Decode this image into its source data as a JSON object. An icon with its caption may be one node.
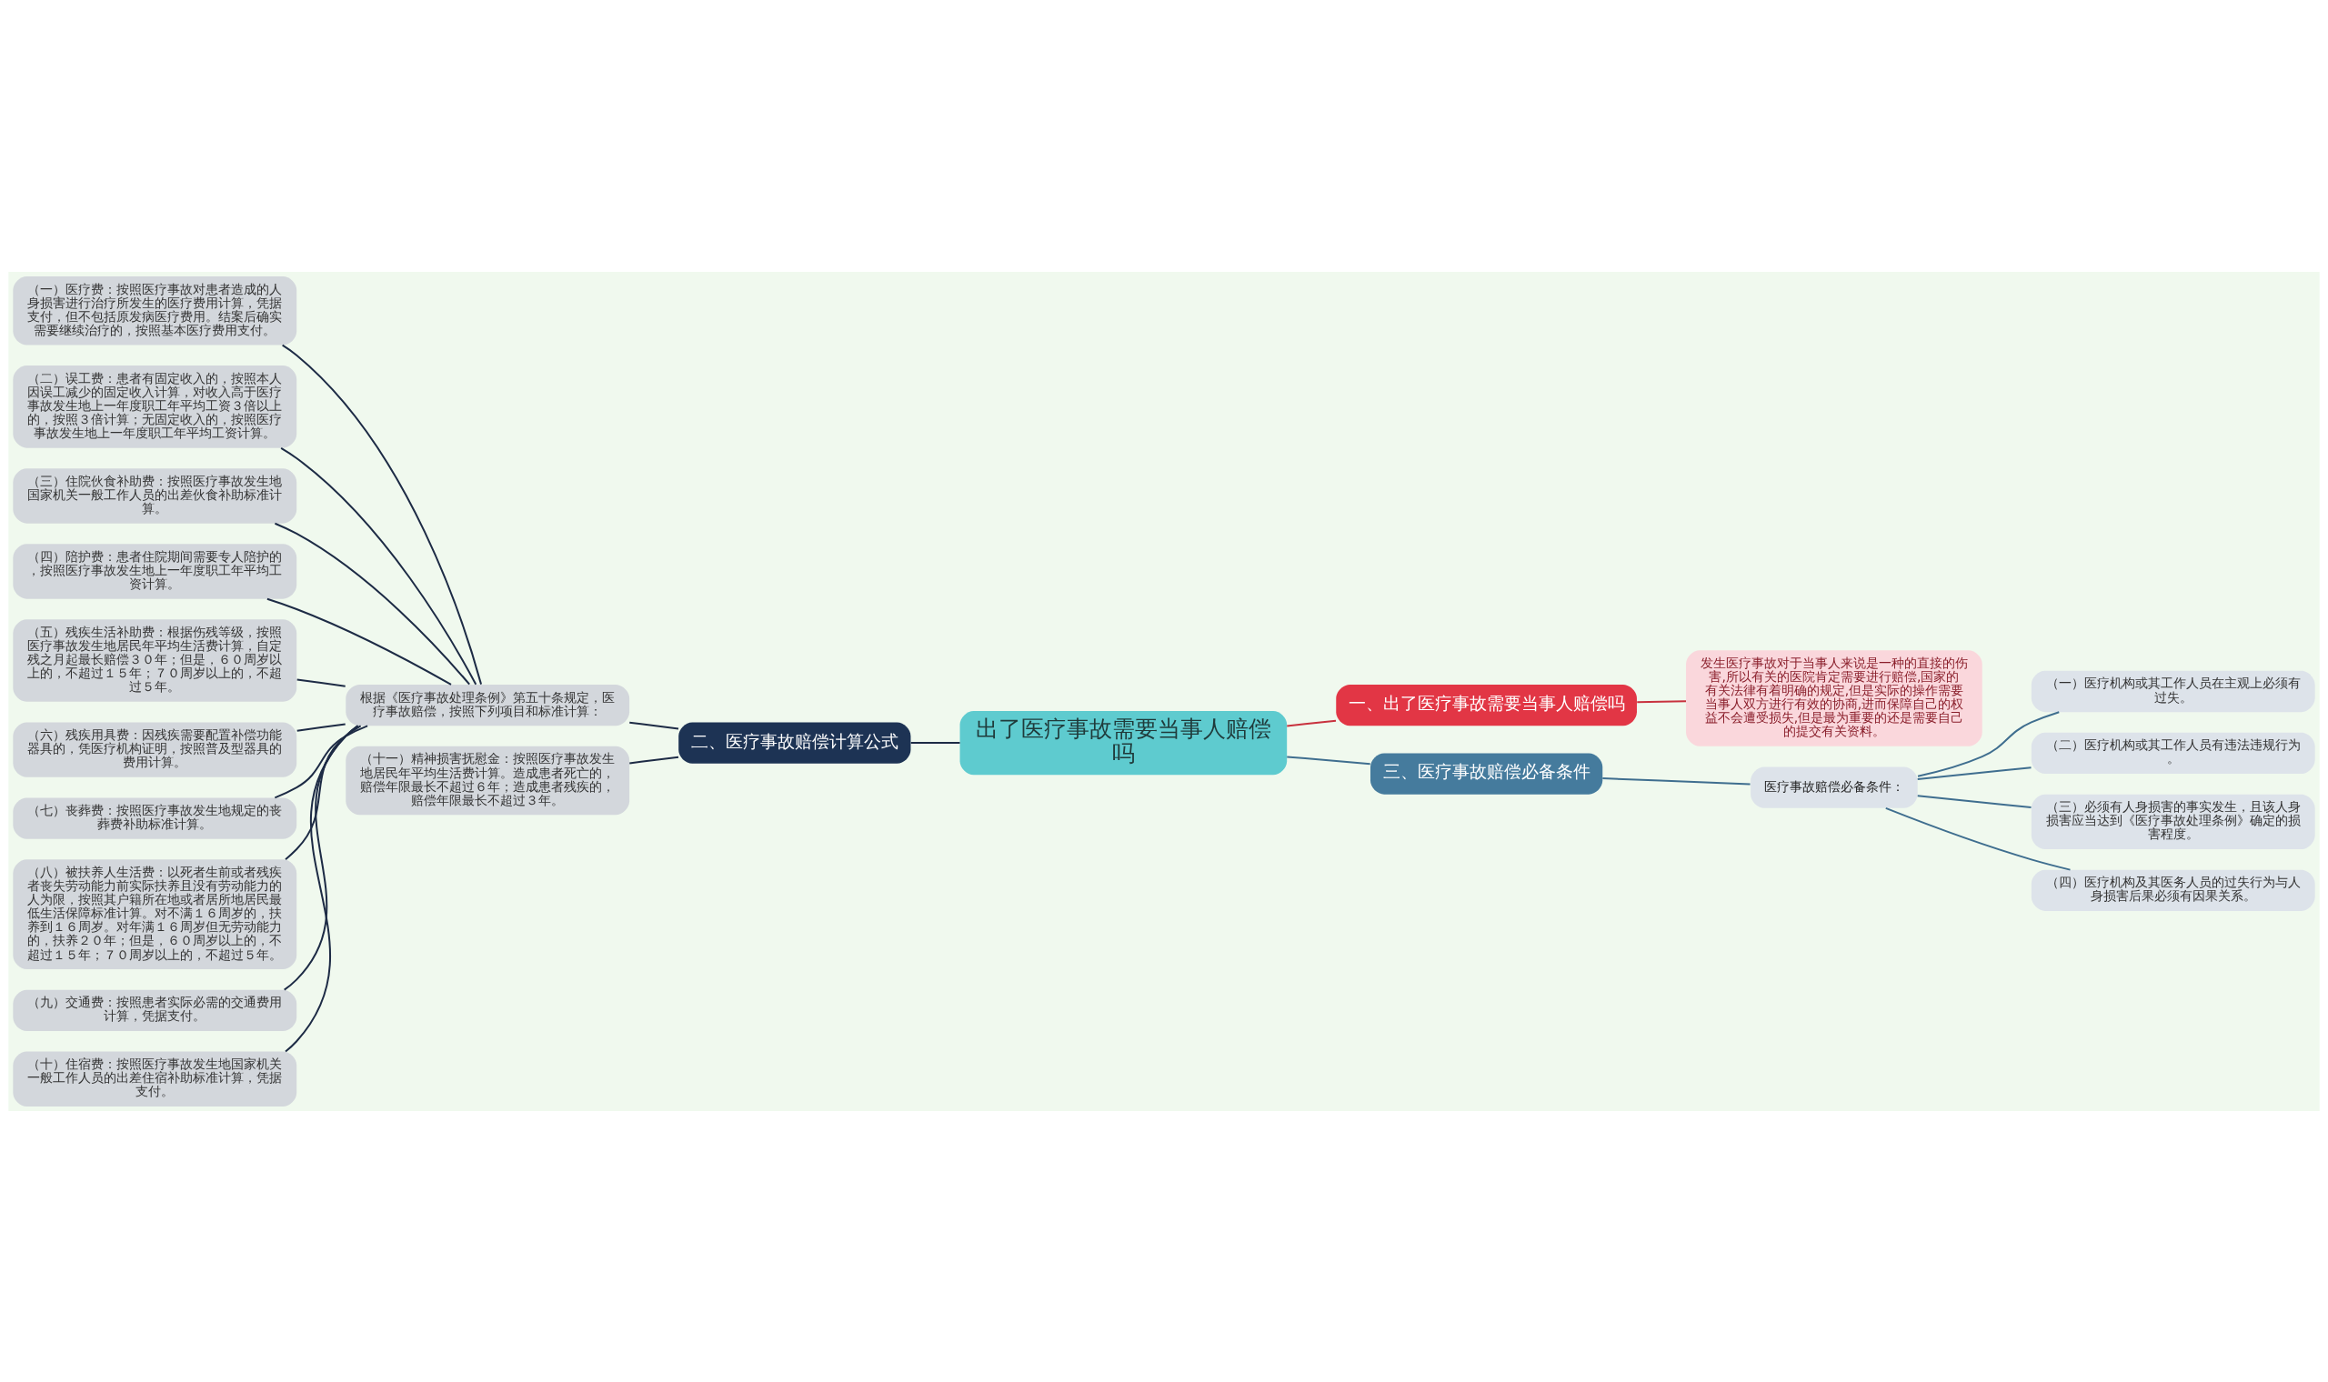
{
  "diagram": {
    "nodes": [
      {
        "text": [
          "出了医疗事故需要当事人赔偿吗"
        ]
      },
      {
        "text": [
          "一、出了医疗事故需要当事人赔偿吗"
        ]
      },
      {
        "text": [
          "发生医疗事故对于当事人来说是一种的直接的伤害,所以有关的医院肯定需要进行赔偿,国家的有关法律有着明确的规定,但是实际的操作需要当事人双方进行有效的协商,进而保障自己的权益不会遭受损失,但是最为重要的还是需要自己的提交有关资料。"
        ]
      },
      {
        "text": [
          "二、医疗事故赔偿计算公式"
        ]
      },
      {
        "text": [
          "根据《医疗事故处理条例》第五十条规定，医疗事故赔偿，按照下列项目和标准计算："
        ]
      },
      {
        "text": [
          "（一）医疗费：按照医疗事故对患者造成的人身损害进行治疗所发生的医疗费用计算，凭据支付，但不包括原发病医疗费用。结案后确实需要继续治疗的，按照基本医疗费用支付。"
        ]
      },
      {
        "text": [
          "（二）误工费：患者有固定收入的，按照本人因误工减少的固定收入计算，对收入高于医疗事故发生地上一年度职工年平均工资３倍以上的，按照３倍计算；无固定收入的，按照医疗事故发生地上一年度职工年平均工资计算。"
        ]
      },
      {
        "text": [
          "（三）住院伙食补助费：按照医疗事故发生地国家机关一般工作人员的出差伙食补助标准计算。"
        ]
      },
      {
        "text": [
          "（四）陪护费：患者住院期间需要专人陪护的，按照医疗事故发生地上一年度职工年平均工资计算。"
        ]
      },
      {
        "text": [
          "（五）残疾生活补助费：根据伤残等级，按照医疗事故发生地居民年平均生活费计算，自定残之月起最长赔偿３０年；但是，６０周岁以上的，不超过１５年；７０周岁以上的，不超过５年。"
        ]
      },
      {
        "text": [
          "（六）残疾用具费：因残疾需要配置补偿功能器具的，凭医疗机构证明，按照普及型器具的费用计算。"
        ]
      },
      {
        "text": [
          "（七）丧葬费：按照医疗事故发生地规定的丧葬费补助标准计算。"
        ]
      },
      {
        "text": [
          "（八）被扶养人生活费：以死者生前或者残疾者丧失劳动能力前实际扶养且没有劳动能力的人为限，按照其户籍所在地或者居所地居民最低生活保障标准计算。对不满１６周岁的，扶养到１６周岁。对年满１６周岁但无劳动能力的，扶养２０年；但是，６０周岁以上的，不超过１５年；７０周岁以上的，不超过５年。"
        ]
      },
      {
        "text": [
          "（九）交通费：按照患者实际必需的交通费用计算，凭据支付。"
        ]
      },
      {
        "text": [
          "（十）住宿费：按照医疗事故发生地国家机关一般工作人员的出差住宿补助标准计算，凭据支付。"
        ]
      },
      {
        "text": [
          "（十一）精神损害抚慰金：按照医疗事故发生地居民年平均生活费计算。造成患者死亡的，赔偿年限最长不超过６年；造成患者残疾的，赔偿年限最长不超过３年。"
        ]
      },
      {
        "text": [
          "三、医疗事故赔偿必备条件"
        ]
      },
      {
        "text": [
          "医疗事故赔偿必备条件："
        ]
      },
      {
        "text": [
          "（一）医疗机构或其工作人员在主观上必须有过失。"
        ]
      },
      {
        "text": [
          "（二）医疗机构或其工作人员有违法违规行为。"
        ]
      },
      {
        "text": [
          "（三）必须有人身损害的事实发生，且该人身损害应当达到《医疗事故处理条例》确定的损害程度。"
        ]
      },
      {
        "text": [
          "（四）医疗机构及其医务人员的过失行为与人身损害后果必须有因果关系。"
        ]
      }
    ],
    "edges": [
      {
        "from": 0,
        "to": 1,
        "arrow": "none",
        "color": "#c8323e"
      },
      {
        "from": 1,
        "to": 2,
        "arrow": "none",
        "color": "#c8323e"
      },
      {
        "from": 0,
        "to": 3,
        "arrow": "none"
      },
      {
        "from": 3,
        "to": 4,
        "arrow": "none"
      },
      {
        "from": 4,
        "to": 5,
        "arrow": "none"
      },
      {
        "from": 4,
        "to": 6,
        "arrow": "none"
      },
      {
        "from": 4,
        "to": 7,
        "arrow": "none"
      },
      {
        "from": 4,
        "to": 8,
        "arrow": "none"
      },
      {
        "from": 4,
        "to": 9,
        "arrow": "none"
      },
      {
        "from": 4,
        "to": 10,
        "arrow": "none"
      },
      {
        "from": 4,
        "to": 11,
        "arrow": "none"
      },
      {
        "from": 4,
        "to": 12,
        "arrow": "none"
      },
      {
        "from": 4,
        "to": 13,
        "arrow": "none"
      },
      {
        "from": 4,
        "to": 14,
        "arrow": "none"
      },
      {
        "from": 3,
        "to": 15,
        "arrow": "none"
      },
      {
        "from": 0,
        "to": 16,
        "arrow": "none",
        "color": "#3f6e8f"
      },
      {
        "from": 16,
        "to": 17,
        "arrow": "none",
        "color": "#3f6e8f"
      },
      {
        "from": 17,
        "to": 18,
        "arrow": "none",
        "color": "#3f6e8f"
      },
      {
        "from": 17,
        "to": 19,
        "arrow": "none",
        "color": "#3f6e8f"
      },
      {
        "from": 17,
        "to": 20,
        "arrow": "none",
        "color": "#3f6e8f"
      },
      {
        "from": 17,
        "to": 21,
        "arrow": "none",
        "color": "#3f6e8f"
      }
    ]
  }
}
